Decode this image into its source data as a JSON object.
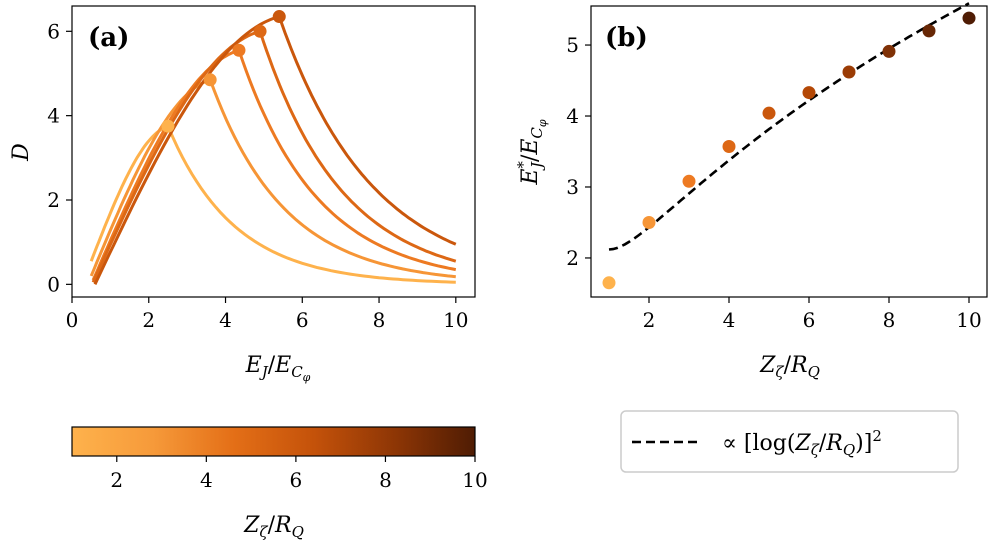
{
  "chart_data": [
    {
      "type": "line",
      "panel": "(a)",
      "xlabel": "E_J/E_Cφ",
      "ylabel": "D",
      "xlim": [
        0,
        10.5
      ],
      "ylim": [
        -0.3,
        6.6
      ],
      "xticks": [
        "0",
        "2",
        "4",
        "6",
        "8",
        "10"
      ],
      "yticks": [
        "0",
        "2",
        "4",
        "6"
      ],
      "grid": false,
      "series": [
        {
          "z": 1,
          "x_start": 0.5,
          "y_start": 0.55,
          "peak": [
            2.5,
            3.75
          ],
          "end": [
            10,
            0.05
          ]
        },
        {
          "z": 2,
          "x_start": 0.5,
          "y_start": 0.2,
          "peak": [
            3.6,
            4.85
          ],
          "end": [
            10,
            0.18
          ]
        },
        {
          "z": 3,
          "x_start": 0.55,
          "y_start": 0.1,
          "peak": [
            4.35,
            5.55
          ],
          "end": [
            10,
            0.35
          ]
        },
        {
          "z": 4,
          "x_start": 0.55,
          "y_start": 0.05,
          "peak": [
            4.9,
            6.0
          ],
          "end": [
            10,
            0.55
          ]
        },
        {
          "z": 5,
          "x_start": 0.6,
          "y_start": 0.0,
          "peak": [
            5.4,
            6.35
          ],
          "end": [
            10,
            0.95
          ]
        }
      ]
    },
    {
      "type": "scatter",
      "panel": "(b)",
      "xlabel": "Z_ζ/R_Q",
      "ylabel": "E*_J/E_Cφ",
      "xlim": [
        0.55,
        10.45
      ],
      "ylim": [
        1.45,
        5.55
      ],
      "xticks": [
        "2",
        "4",
        "6",
        "8",
        "10"
      ],
      "yticks": [
        "2",
        "3",
        "4",
        "5"
      ],
      "x": [
        1,
        2,
        3,
        4,
        5,
        6,
        7,
        8,
        9,
        10
      ],
      "y": [
        1.65,
        2.5,
        3.08,
        3.57,
        4.04,
        4.33,
        4.62,
        4.91,
        5.2,
        5.38
      ],
      "fit": {
        "label": "∝ [log(Z_ζ/R_Q)]²",
        "style": "dashed",
        "color": "#000000"
      }
    }
  ],
  "colorbar": {
    "label": "Z_ζ/R_Q",
    "ticks": [
      "2",
      "4",
      "6",
      "8",
      "10"
    ],
    "range": [
      1,
      10
    ],
    "colors": [
      "#feb24c",
      "#f07e24",
      "#d35d0e",
      "#ab4204",
      "#7a2f06",
      "#4f1c04"
    ]
  },
  "legend": {
    "entries": [
      "∝ [log(Z_ζ/R_Q)]²"
    ]
  }
}
